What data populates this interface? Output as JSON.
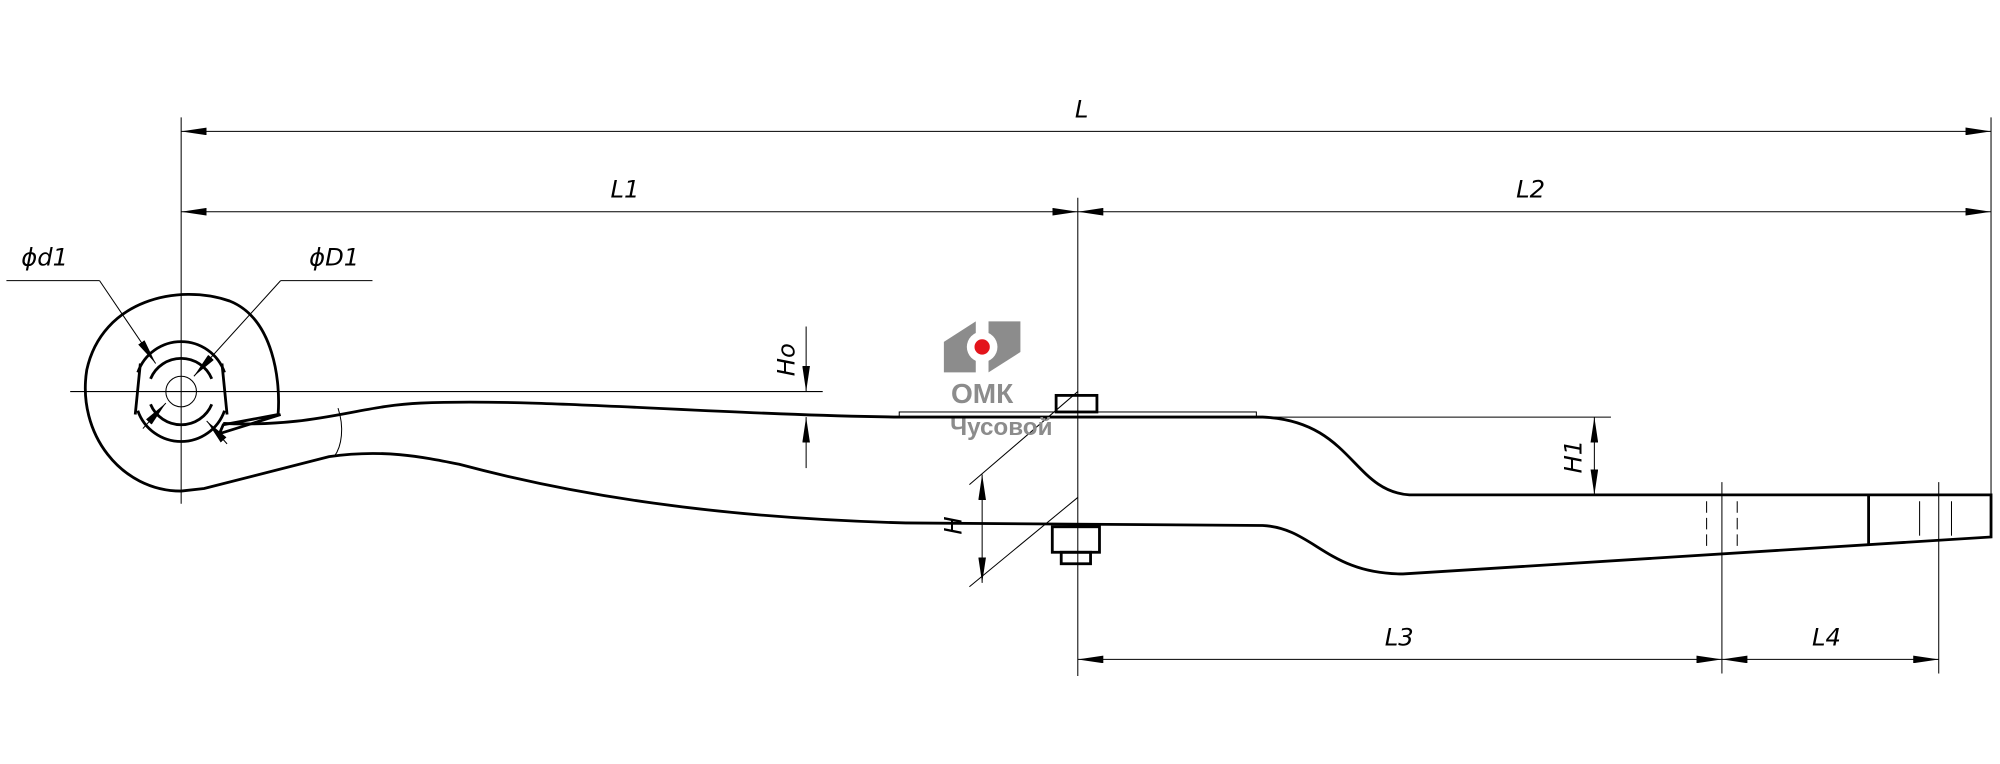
{
  "dimensions": {
    "L": "L",
    "L1": "L1",
    "L2": "L2",
    "L3": "L3",
    "L4": "L4",
    "d1": "ϕd1",
    "D1": "ϕD1",
    "Ho": "Ho",
    "H": "H",
    "H1": "H1"
  },
  "logo": {
    "name": "ОМК",
    "subtitle": "Чусовой",
    "accent": "#e3141b",
    "gray": "#8c8c8c"
  }
}
